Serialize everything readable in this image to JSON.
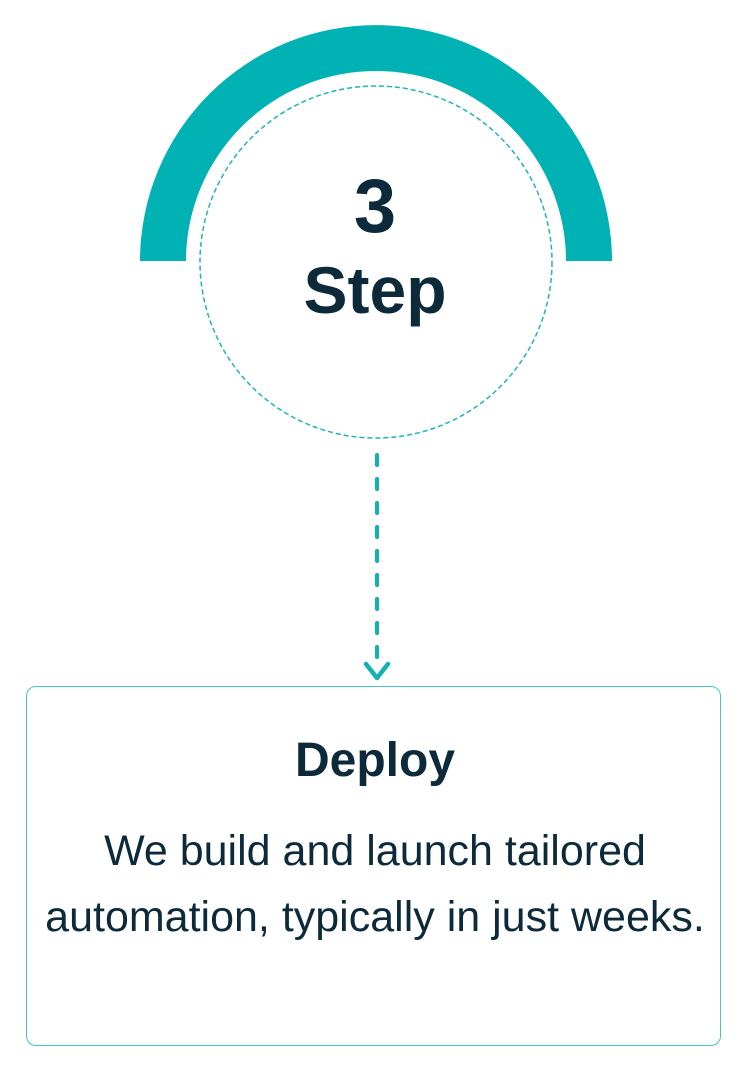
{
  "step": {
    "number": "3",
    "label": "Step"
  },
  "card": {
    "title": "Deploy",
    "description": "We build and launch tailored automation, typically in just weeks."
  },
  "colors": {
    "accent": "#00b2b4",
    "text": "#0d2a3a",
    "border": "#4cc3c3"
  }
}
